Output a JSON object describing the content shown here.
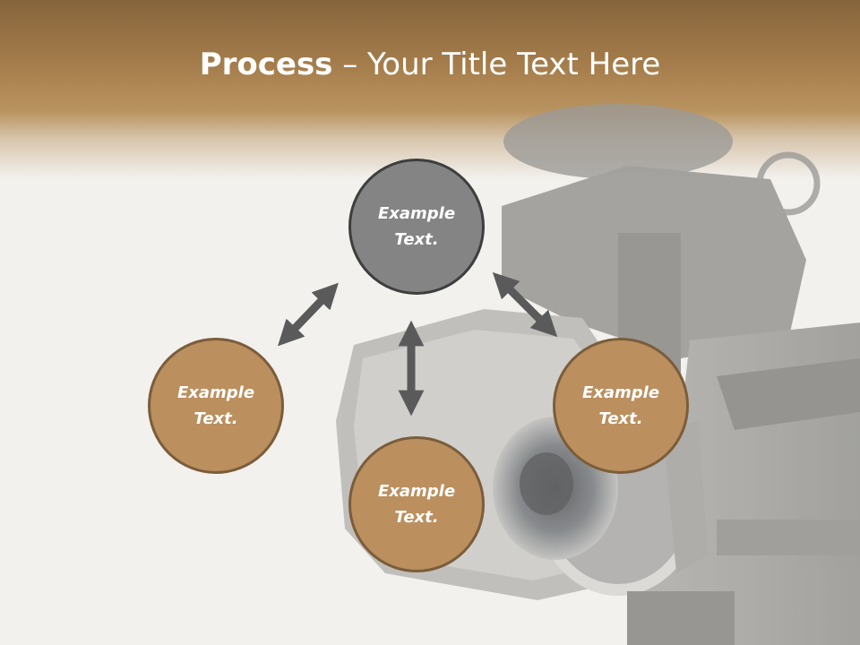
{
  "slide": {
    "title_strong": "Process",
    "title_rest": " – Your Title Text Here"
  },
  "diagram": {
    "nodes": [
      {
        "line1": "Example",
        "line2": "Text.",
        "fill": "#848484"
      },
      {
        "line1": "Example",
        "line2": "Text.",
        "fill": "#bb8f5e"
      },
      {
        "line1": "Example",
        "line2": "Text.",
        "fill": "#bb8f5e"
      },
      {
        "line1": "Example",
        "line2": "Text.",
        "fill": "#bb8f5e"
      }
    ],
    "arrow_color": "#5a5a5a"
  },
  "colors": {
    "header_top": "#86643c",
    "header_mid": "#b9935f",
    "background": "#f3f1ee"
  }
}
